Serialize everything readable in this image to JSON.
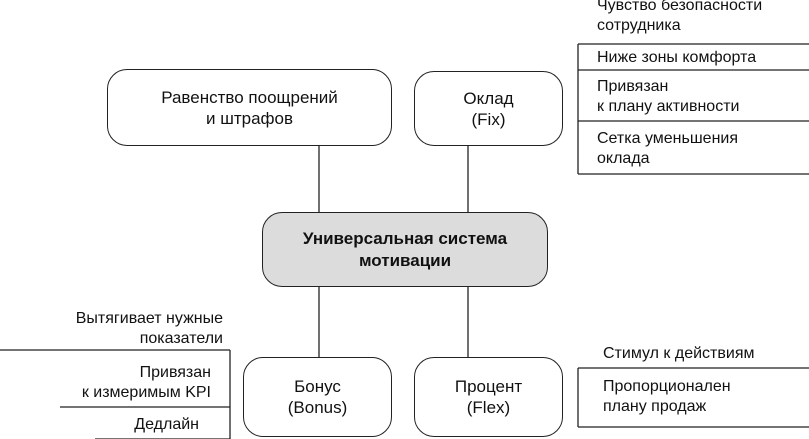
{
  "center": {
    "line1": "Универсальная система",
    "line2": "мотивации"
  },
  "equality": {
    "line1": "Равенство поощрений",
    "line2": "и штрафов"
  },
  "oklad": {
    "line1": "Оклад",
    "line2": "(Fix)",
    "notes": [
      {
        "line1": "Чувство безопасности",
        "line2": "сотрудника"
      },
      {
        "line1": "Ниже зоны комфорта"
      },
      {
        "line1": "Привязан",
        "line2": "к плану активности"
      },
      {
        "line1": "Сетка уменьшения",
        "line2": "оклада"
      }
    ]
  },
  "bonus": {
    "line1": "Бонус",
    "line2": "(Bonus)",
    "notes": [
      {
        "line1": "Вытягивает нужные",
        "line2": "показатели"
      },
      {
        "line1": "Привязан",
        "line2": "к измеримым KPI"
      },
      {
        "line1": "Дедлайн"
      }
    ]
  },
  "percent": {
    "line1": "Процент",
    "line2": "(Flex)",
    "notes": [
      {
        "line1": "Стимул к действиям"
      },
      {
        "line1": "Пропорционален",
        "line2": "плану продаж"
      }
    ]
  },
  "colors": {
    "center_fill": "#dcdcdc",
    "stroke": "#222222",
    "background": "#ffffff"
  }
}
